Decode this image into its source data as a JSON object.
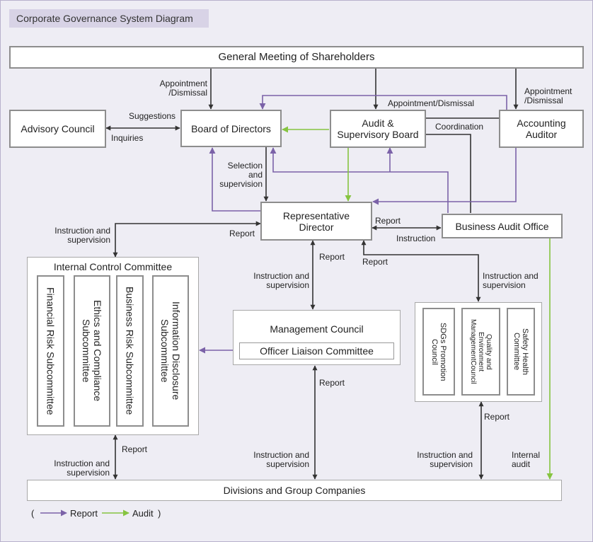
{
  "title": "Corporate Governance System Diagram",
  "boxes": {
    "shareholders": "General Meeting of Shareholders",
    "advisory": "Advisory Council",
    "board": "Board of Directors",
    "audit_board": "Audit &\nSupervisory Board",
    "accounting": "Accounting\nAuditor",
    "rep_director": "Representative\nDirector",
    "business_audit": "Business Audit Office",
    "internal_control": "Internal Control Committee",
    "management_council": "Management Council",
    "officer_liaison": "Officer Liaison Committee",
    "divisions": "Divisions and Group Companies"
  },
  "internal_control_subcommittees": [
    "Financial Risk Subcommittee",
    "Ethics and Compliance\nSubcommittee",
    "Business Risk Subcommittee",
    "Information Disclosure\nSubcommittee"
  ],
  "right_councils": [
    "SDGs Promotion\nCouncil",
    "Quality and\nEnvironment\nManagementCouncil",
    "Safety Health\nCommittee"
  ],
  "labels": {
    "appoint_board": "Appointment\n/Dismissal",
    "appoint_accounting": "Appointment\n/Dismissal",
    "appoint_mid": "Appointment/Dismissal",
    "suggestions": "Suggestions",
    "inquiries": "Inquiries",
    "coordination": "Coordination",
    "selection": "Selection\nand\nsupervision",
    "instr_internal": "Instruction and\nsupervision",
    "report_internal": "Report",
    "report_bao": "Report",
    "instruction_bao": "Instruction",
    "report_mgmt": "Report",
    "instr_mgmt": "Instruction and\nsupervision",
    "report_right": "Report",
    "instr_right": "Instruction and\nsupervision",
    "report_mgmt_bottom": "Report",
    "instr_mgmt_bottom": "Instruction and\nsupervision",
    "report_right_bottom": "Report",
    "instr_right_bottom": "Instruction and\nsupervision",
    "report_ic_bottom": "Report",
    "instr_ic_bottom": "Instruction and\nsupervision",
    "internal_audit": "Internal\naudit"
  },
  "legend": {
    "open": "(",
    "report": "Report",
    "audit": "Audit",
    "close": ")"
  },
  "colors": {
    "report": "#7b62a8",
    "audit": "#86c440",
    "line": "#333333"
  }
}
